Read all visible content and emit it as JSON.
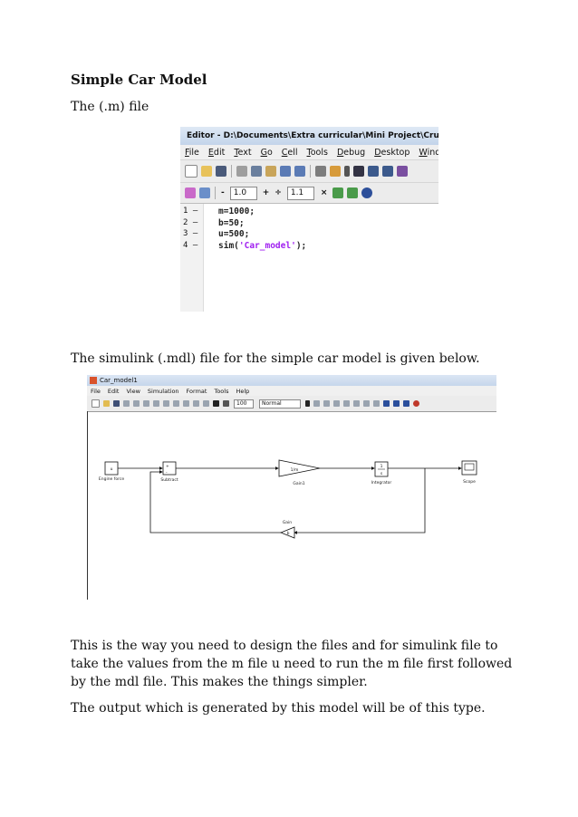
{
  "heading": "Simple Car Model",
  "m_file_label": "The (.m) file",
  "editor": {
    "title": "Editor - D:\\Documents\\Extra curricular\\Mini Project\\Cruise Contro",
    "menu": [
      "File",
      "Edit",
      "Text",
      "Go",
      "Cell",
      "Tools",
      "Debug",
      "Desktop",
      "Wind"
    ],
    "zoom_minus": "-",
    "step1": "1.0",
    "plus": "+",
    "divide": "÷",
    "step2": "1.1",
    "times": "×",
    "line_numbers": [
      "1",
      "2",
      "3",
      "4"
    ],
    "lines": [
      {
        "plain": "m=1000;",
        "str": "",
        "tail": ""
      },
      {
        "plain": "b=50;",
        "str": "",
        "tail": ""
      },
      {
        "plain": "u=500;",
        "str": "",
        "tail": ""
      },
      {
        "plain": "sim(",
        "str": "'Car_model'",
        "tail": ");"
      }
    ]
  },
  "simulink_caption": "The simulink (.mdl) file for the simple car model is given below.",
  "simulink": {
    "title": "Car_model1",
    "menu": [
      "File",
      "Edit",
      "View",
      "Simulation",
      "Format",
      "Tools",
      "Help"
    ],
    "stop_time": "100",
    "mode": "Normal",
    "blocks": {
      "engine_force": "Engine force",
      "subtract": "Subtract",
      "gain1": "Gain1",
      "gain1_value": "1/m",
      "integrator": "Integrator",
      "scope": "Scope",
      "gain": "Gain",
      "gain_value": "b",
      "constant_value": "u"
    }
  },
  "para1": "This is the way you need to design the files and for simulink file to take the values from the m file u need to run the m file first followed by the mdl file. This makes the things simpler.",
  "para2": "The output which is generated by this model will be of this type."
}
